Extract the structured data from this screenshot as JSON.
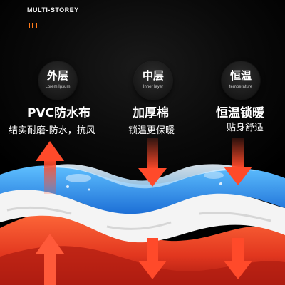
{
  "header": {
    "brand": "MULTI-STOREY"
  },
  "layers": [
    {
      "title": "外层",
      "subtitle": "Lorem Ipsum",
      "heading": "PVC防水布",
      "desc": "结实耐磨-防水，抗风"
    },
    {
      "title": "中层",
      "subtitle": "Inner layer",
      "heading": "加厚棉",
      "desc": "锁温更保暖"
    },
    {
      "title": "恒温",
      "subtitle": "temperature",
      "heading": "恒温锁暖",
      "desc": "贴身舒适"
    }
  ],
  "colors": {
    "accent_orange": "#ff7a1a",
    "arrow_red": "#e53a1f",
    "fabric_blue": "#2f8fe8",
    "warm_red": "#e8402a"
  }
}
